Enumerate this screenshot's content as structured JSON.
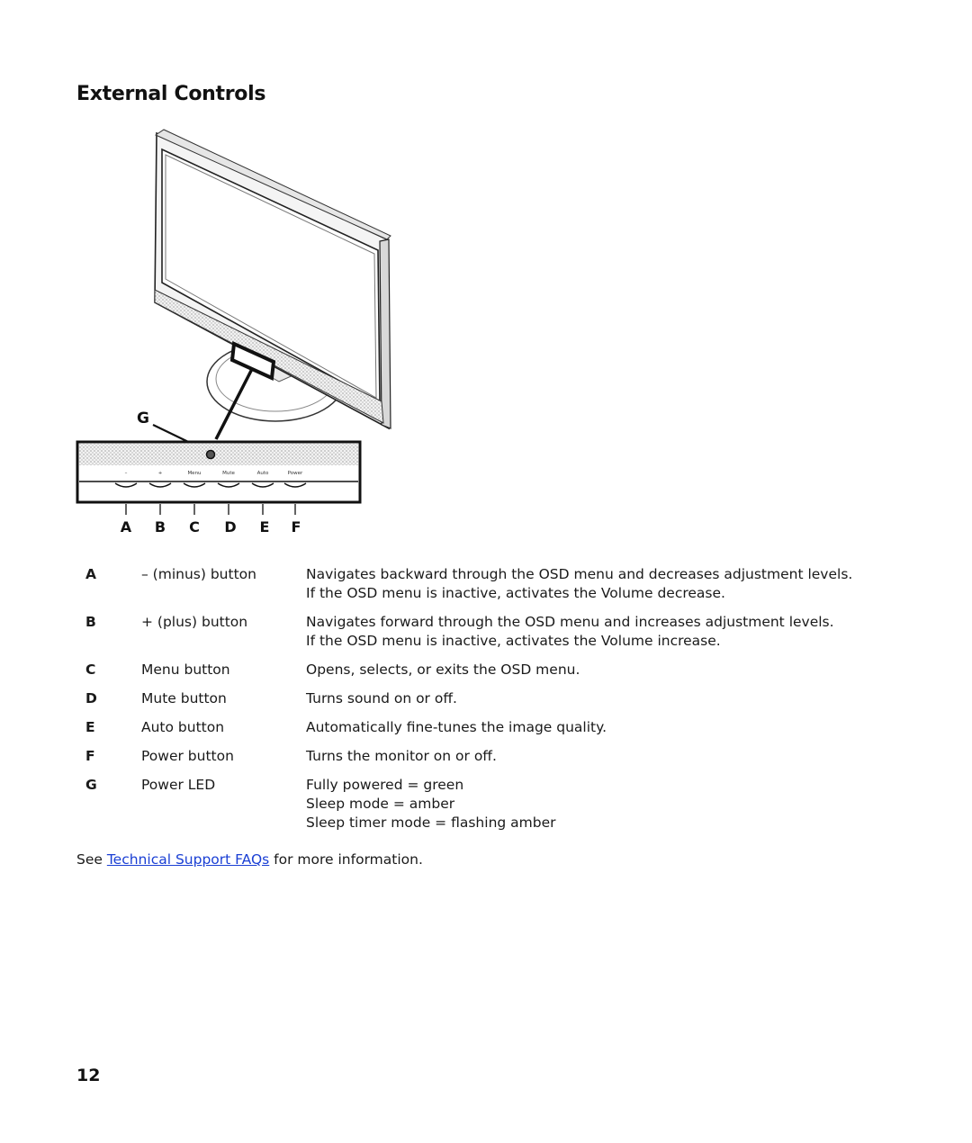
{
  "page": {
    "title": "External Controls",
    "page_number": "12"
  },
  "figure": {
    "callout_g": "G",
    "panel_labels": [
      "–",
      "+",
      "Menu",
      "Mute",
      "Auto",
      "Power"
    ],
    "button_letters": [
      "A",
      "B",
      "C",
      "D",
      "E",
      "F"
    ]
  },
  "controls": [
    {
      "key": "A",
      "name": "– (minus) button",
      "desc_1": "Navigates backward through the OSD menu and decreases adjustment levels.",
      "desc_2": "If the OSD menu is inactive, activates the Volume decrease."
    },
    {
      "key": "B",
      "name": "+ (plus) button",
      "desc_1": "Navigates forward through the OSD menu and increases adjustment levels.",
      "desc_2": "If the OSD menu is inactive, activates the Volume increase."
    },
    {
      "key": "C",
      "name": "Menu button",
      "desc_1": "Opens, selects, or exits the OSD menu."
    },
    {
      "key": "D",
      "name": "Mute button",
      "desc_1": "Turns sound on or off."
    },
    {
      "key": "E",
      "name": "Auto button",
      "desc_1": "Automatically fine-tunes the image quality."
    },
    {
      "key": "F",
      "name": "Power button",
      "desc_1": "Turns the monitor on or off."
    },
    {
      "key": "G",
      "name": "Power LED",
      "desc_1": "Fully powered = green",
      "desc_2": "Sleep mode = amber",
      "desc_3": "Sleep timer mode = flashing amber"
    }
  ],
  "footer_note": {
    "prefix": "See ",
    "link_text": "Technical Support FAQs",
    "suffix": " for more information."
  },
  "colors": {
    "link": "#1a3fd4",
    "text": "#1a1a1a"
  }
}
